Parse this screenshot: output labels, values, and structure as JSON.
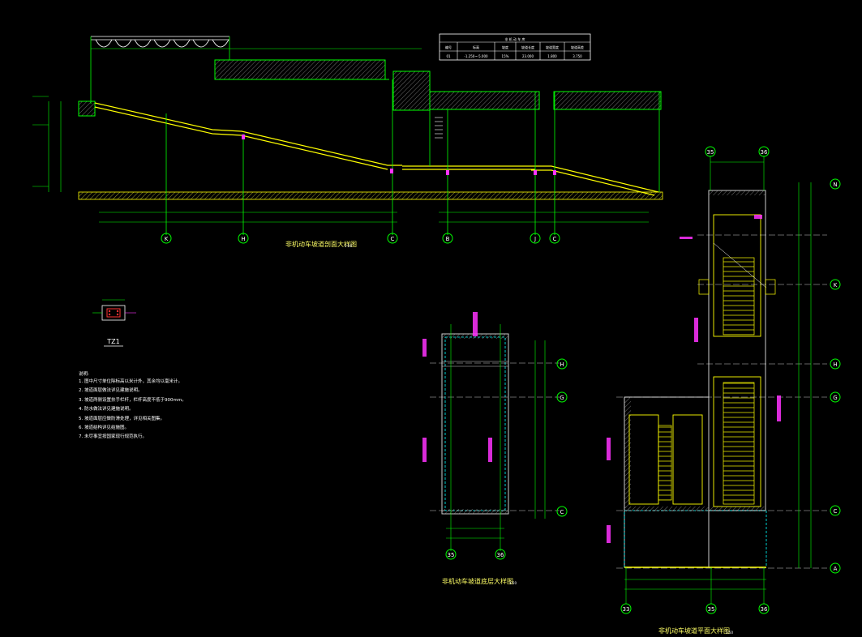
{
  "drawing": {
    "section_title": "非机动车坡道剖面大样图",
    "section_scale": "1:50",
    "plan_title": "非机动车坡道平面大样图",
    "plan_scale": "1:50",
    "plan2_title": "非机动车坡道底层大样图",
    "plan2_scale": "1:50",
    "column_label": "TZ1"
  },
  "table": {
    "title": "非 机 动 车 库",
    "headers": [
      "编号",
      "标高",
      "坡度",
      "坡道长度",
      "坡道宽度",
      "坡道高差"
    ],
    "row": [
      "01",
      "-1.250~-5.000",
      "15%",
      "23.000",
      "1.800",
      "3.750"
    ]
  },
  "notes": {
    "header": "说明:",
    "lines": [
      "1. 图中尺寸单位除标高以米计外，其余均以毫米计。",
      "2. 坡道面层做法详见建施说明。",
      "3. 坡道两侧设置扶手栏杆，栏杆高度不低于900mm。",
      "4. 防水做法详见建施说明。",
      "5. 坡道面层应做防滑处理，详见相关图集。",
      "6. 坡道结构详见结施图。",
      "7. 未尽事宜按国家现行规范执行。"
    ]
  },
  "axes": {
    "section": [
      "K",
      "H",
      "C",
      "B",
      "J",
      "C"
    ],
    "plan_right_bottom": [
      "33",
      "35",
      "36"
    ],
    "plan_right_top": [
      "35",
      "36"
    ],
    "plan_right_side": [
      "N",
      "K",
      "H",
      "G",
      "C",
      "A"
    ],
    "plan_mid_side": [
      "H",
      "G",
      "C"
    ],
    "plan_mid_bottom": [
      "35",
      "36"
    ]
  },
  "colors": {
    "background": "#000000",
    "line": "#00ff00",
    "ramp": "#ffff00",
    "accent": "#ff33ff",
    "text": "#ffffff",
    "hatch": "#aaaaaa",
    "dash": "#00ffff"
  }
}
